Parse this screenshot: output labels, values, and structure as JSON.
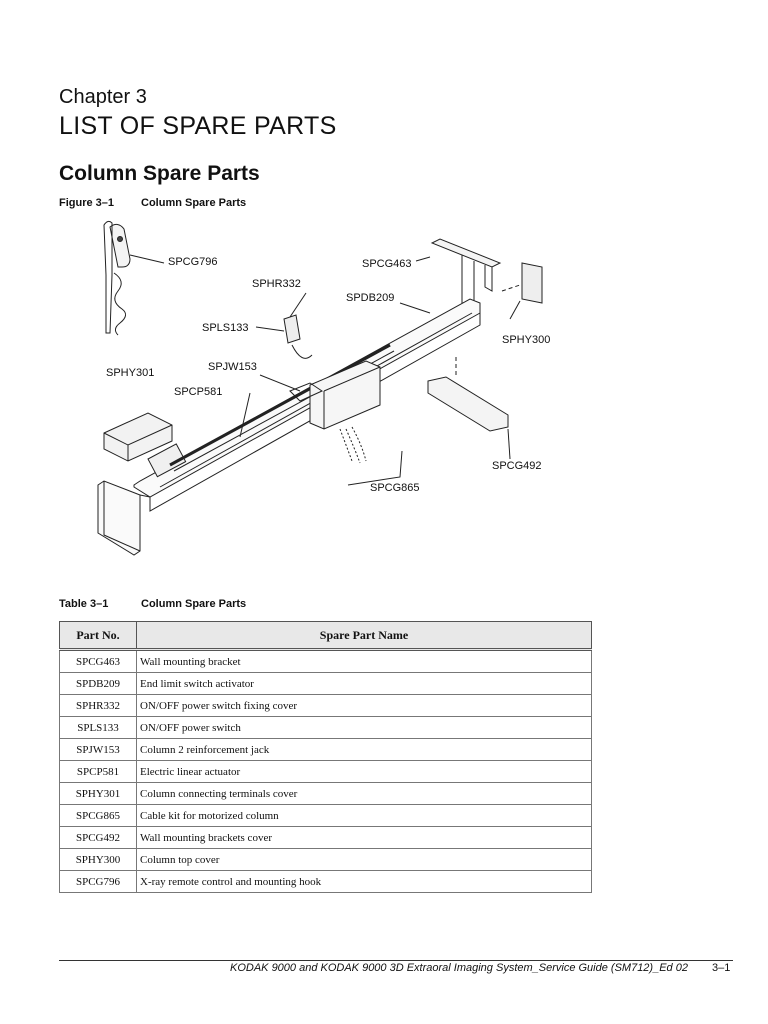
{
  "header": {
    "chapter": "Chapter 3",
    "title": "LIST OF SPARE PARTS"
  },
  "section_title": "Column Spare Parts",
  "figure": {
    "number": "Figure 3–1",
    "caption": "Column Spare Parts",
    "callouts": [
      "SPCG796",
      "SPCG463",
      "SPHR332",
      "SPDB209",
      "SPLS133",
      "SPHY300",
      "SPJW153",
      "SPHY301",
      "SPCP581",
      "SPCG492",
      "SPCG865"
    ]
  },
  "table": {
    "number": "Table 3–1",
    "caption": "Column Spare Parts",
    "headers": [
      "Part No.",
      "Spare Part Name"
    ],
    "rows": [
      [
        "SPCG463",
        "Wall mounting bracket"
      ],
      [
        "SPDB209",
        "End limit switch activator"
      ],
      [
        "SPHR332",
        "ON/OFF power switch fixing cover"
      ],
      [
        "SPLS133",
        "ON/OFF power switch"
      ],
      [
        "SPJW153",
        "Column 2 reinforcement jack"
      ],
      [
        "SPCP581",
        "Electric linear actuator"
      ],
      [
        "SPHY301",
        "Column connecting terminals cover"
      ],
      [
        "SPCG865",
        "Cable kit for motorized column"
      ],
      [
        "SPCG492",
        "Wall mounting brackets cover"
      ],
      [
        "SPHY300",
        "Column top cover"
      ],
      [
        "SPCG796",
        "X-ray remote control and mounting hook"
      ]
    ]
  },
  "footer": {
    "text": "KODAK 9000 and KODAK 9000 3D Extraoral Imaging System_Service Guide (SM712)_Ed 02",
    "page": "3–1"
  }
}
